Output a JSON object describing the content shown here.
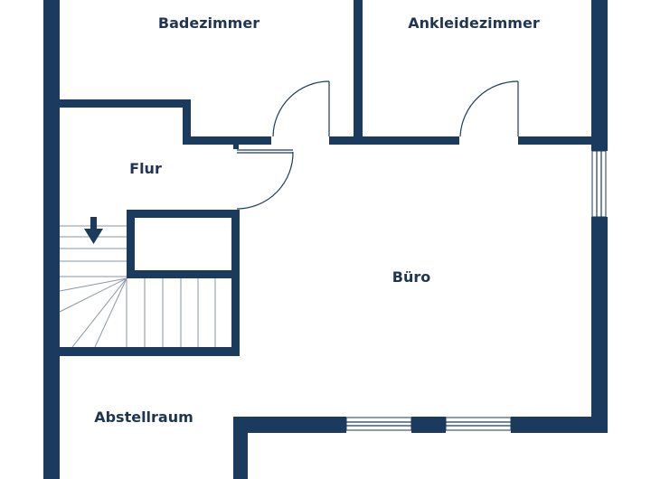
{
  "plan": {
    "wall_color": "#1a3a5e",
    "label_color": "#1f3554",
    "rooms": {
      "badezimmer": "Badezimmer",
      "ankleidezimmer": "Ankleidezimmer",
      "flur": "Flur",
      "buero": "Büro",
      "abstellraum": "Abstellraum"
    },
    "stair_direction_icon": "arrow-down-icon"
  }
}
